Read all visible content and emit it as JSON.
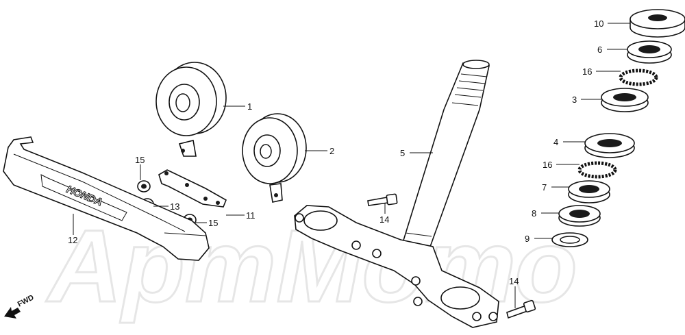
{
  "watermark": {
    "text": "АртМото"
  },
  "fwd_label": "FWD",
  "emblem_text": "HONDA",
  "labels": [
    {
      "id": "1",
      "text": "1"
    },
    {
      "id": "2",
      "text": "2"
    },
    {
      "id": "3",
      "text": "3"
    },
    {
      "id": "4",
      "text": "4"
    },
    {
      "id": "5",
      "text": "5"
    },
    {
      "id": "6",
      "text": "6"
    },
    {
      "id": "7",
      "text": "7"
    },
    {
      "id": "8",
      "text": "8"
    },
    {
      "id": "9",
      "text": "9"
    },
    {
      "id": "10",
      "text": "10"
    },
    {
      "id": "11",
      "text": "11"
    },
    {
      "id": "12",
      "text": "12"
    },
    {
      "id": "13",
      "text": "13"
    },
    {
      "id": "14a",
      "text": "14"
    },
    {
      "id": "14b",
      "text": "14"
    },
    {
      "id": "15a",
      "text": "15"
    },
    {
      "id": "15b",
      "text": "15"
    },
    {
      "id": "16a",
      "text": "16"
    },
    {
      "id": "16b",
      "text": "16"
    }
  ]
}
